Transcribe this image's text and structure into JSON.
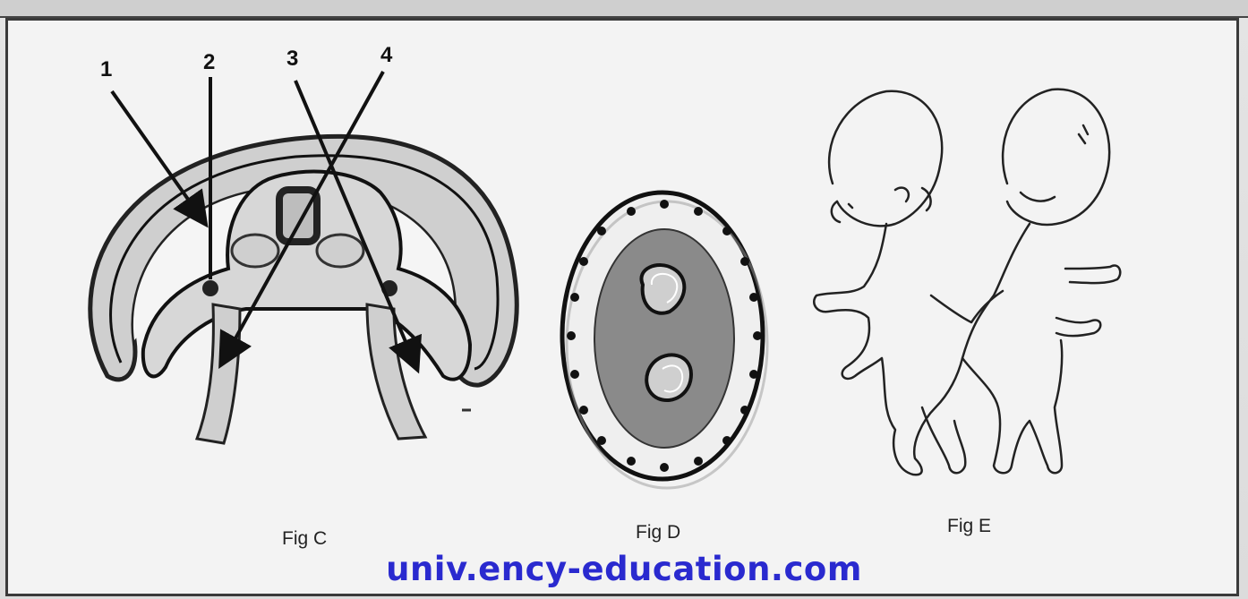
{
  "labels": {
    "one": "1",
    "two": "2",
    "three": "3",
    "four": "4"
  },
  "captions": {
    "fig_c": "Fig C",
    "fig_d": "Fig D",
    "fig_e": "Fig E"
  },
  "watermark": "univ.ency-education.com",
  "colors": {
    "watermark": "#2a2acf",
    "embryo_fill": "#dcdcdc",
    "inner_disc": "#8a8a8a",
    "outline": "#1a1a1a"
  }
}
